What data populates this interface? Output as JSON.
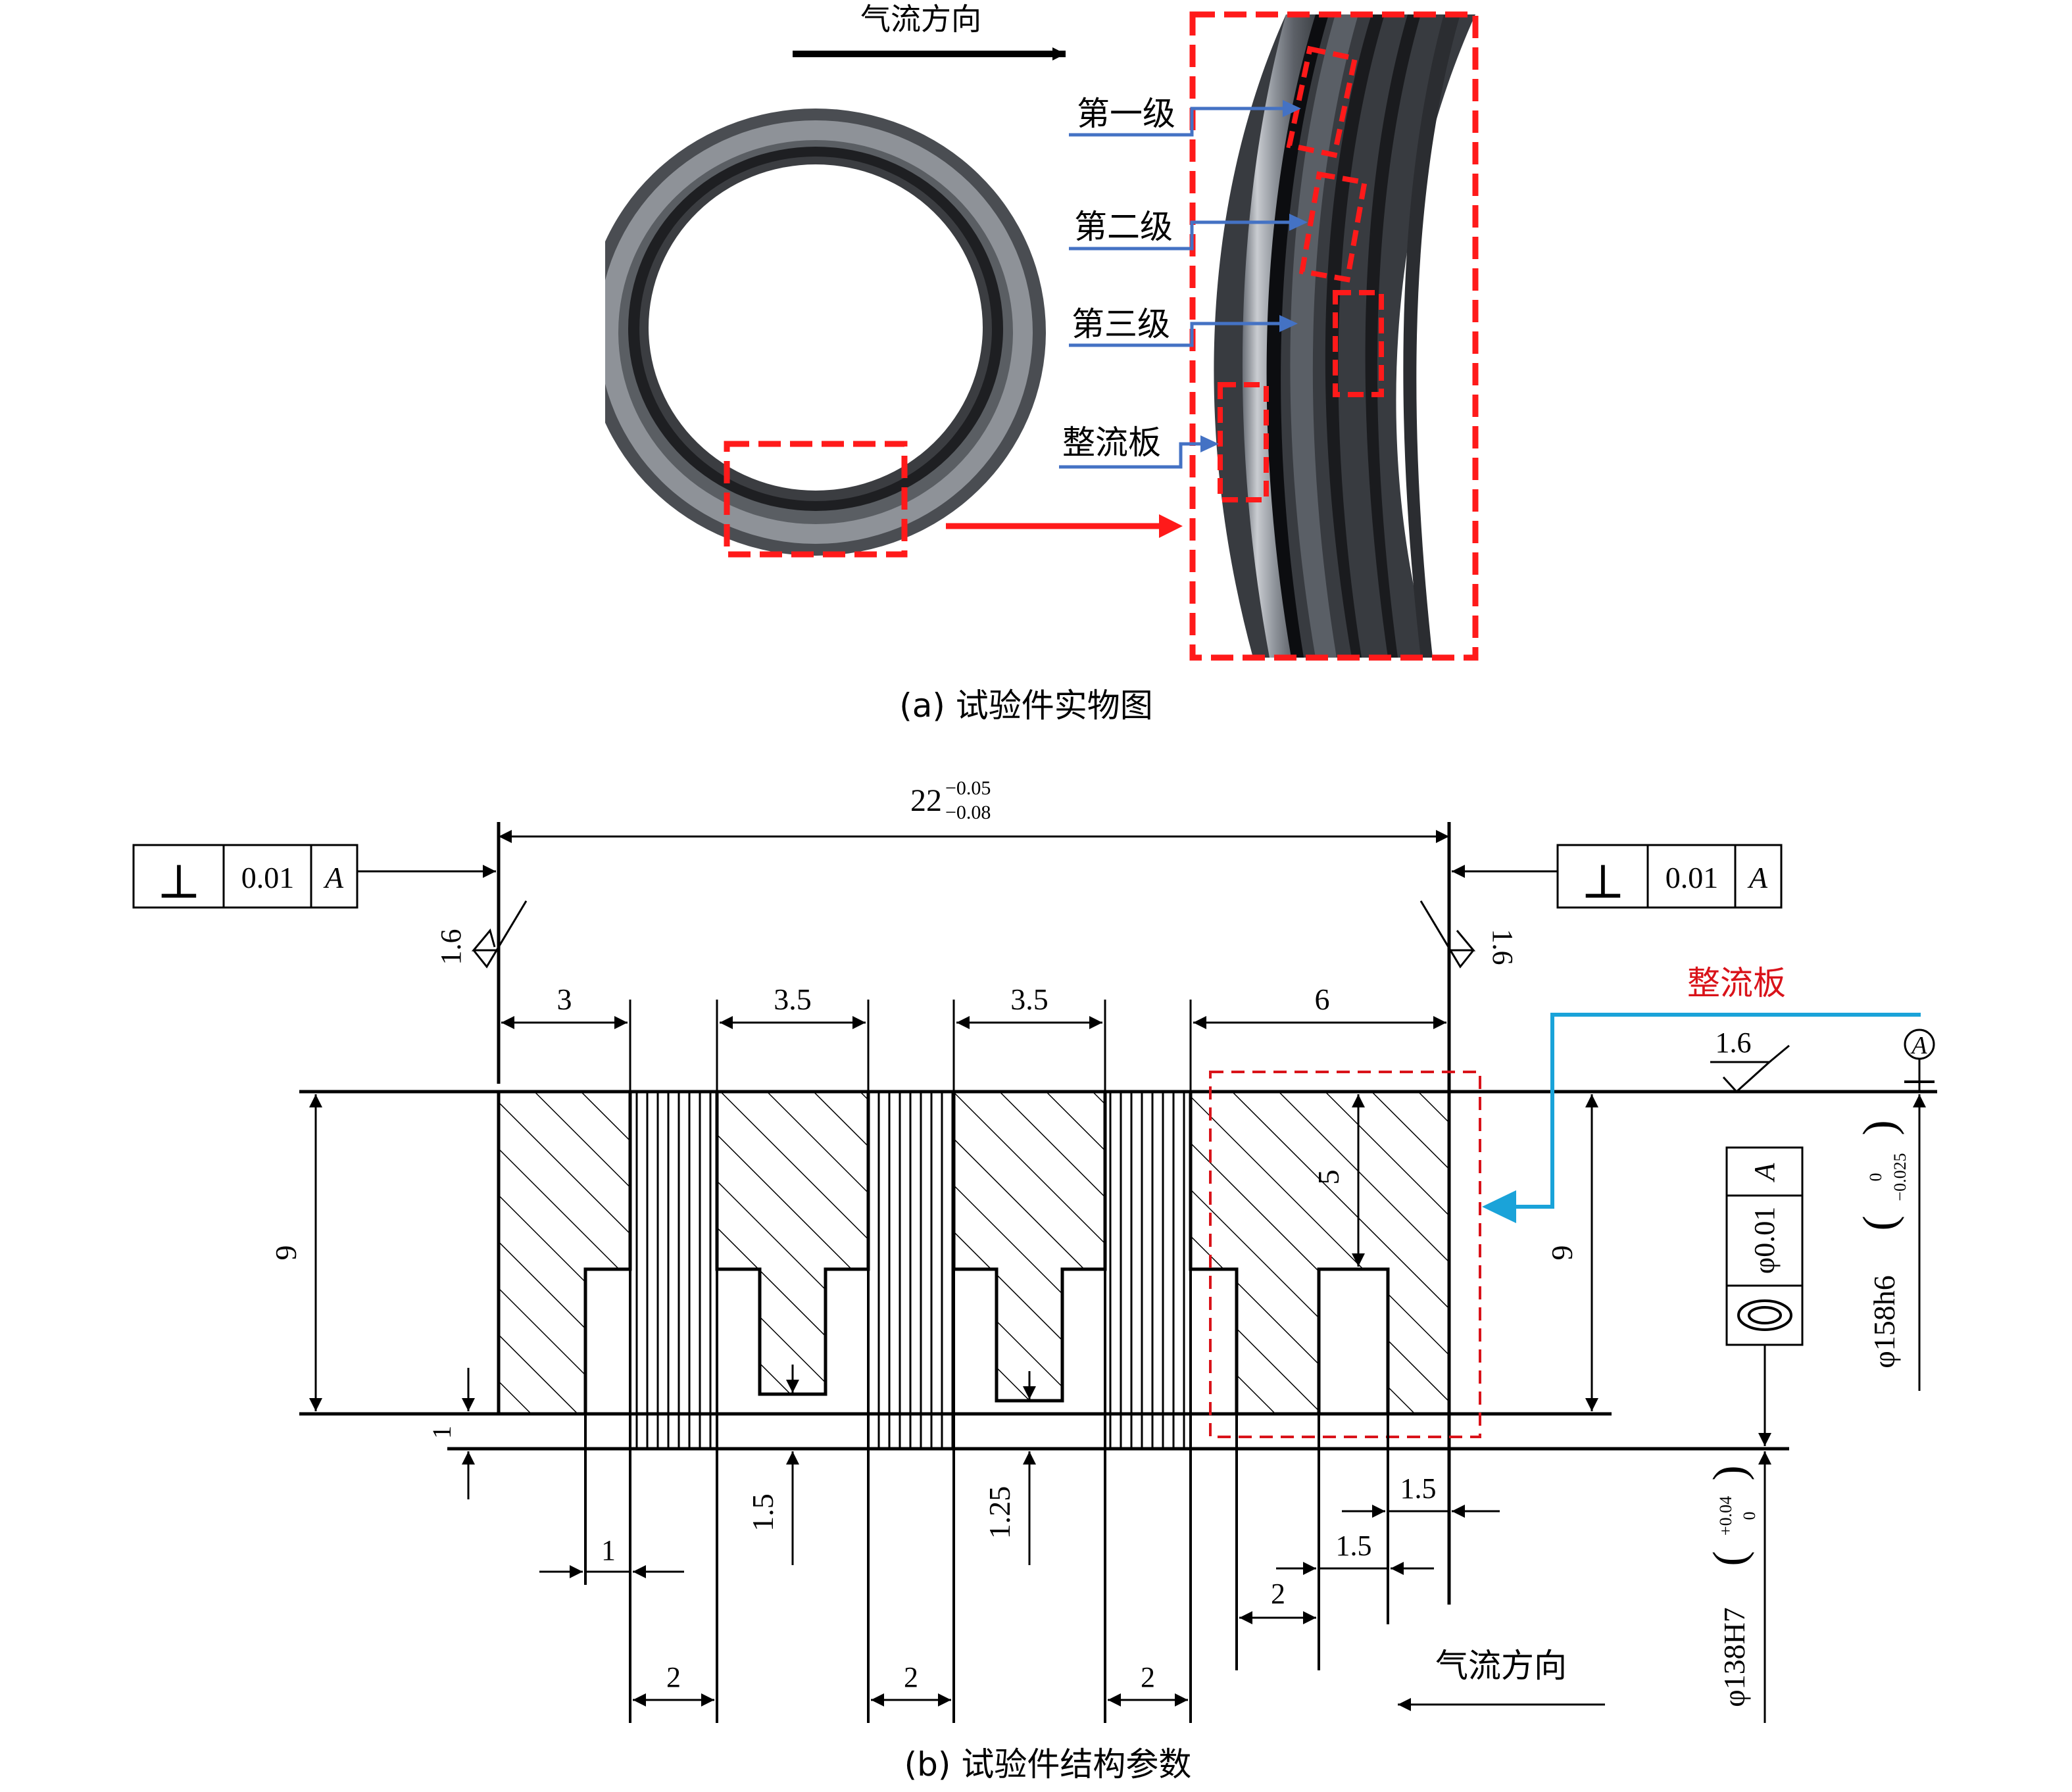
{
  "photo_panel": {
    "airflow_label": "气流方向",
    "stage_labels": [
      "第一级",
      "第二级",
      "第三级",
      "整流板"
    ],
    "caption": "(a) 试验件实物图",
    "colors": {
      "highlight": "#ff1a1a",
      "pointer": "#4472c4"
    }
  },
  "drawing_panel": {
    "overall_length": {
      "base": "22",
      "upper_dev": "−0.05",
      "lower_dev": "−0.08"
    },
    "tolerance_frame": {
      "symbol": "⊥",
      "value": "0.01",
      "datum": "A"
    },
    "roughness": "1.6",
    "straightener_label": "整流板",
    "datum_label": "A",
    "segment_widths": [
      "3",
      "3.5",
      "3.5",
      "6"
    ],
    "heights": {
      "left": "9",
      "right": "9",
      "cavity_depth": "5",
      "step": "1"
    },
    "tooth_tip_depths": [
      "1.5",
      "1.25"
    ],
    "bottom_dims": {
      "tooth_width": "1",
      "gaps": [
        "2",
        "2",
        "2",
        "2"
      ],
      "plate_widths": [
        "1.5",
        "1.5"
      ]
    },
    "concentricity_frame": {
      "value": "φ0.01",
      "datum": "A"
    },
    "outer_diameter": {
      "label": "φ158h6",
      "upper": "0",
      "lower": "−0.025"
    },
    "inner_diameter": {
      "label": "φ138H7",
      "upper": "+0.04",
      "lower": "0"
    },
    "airflow_label": "气流方向",
    "caption": "(b) 试验件结构参数",
    "colors": {
      "leader": "#1aa3d9",
      "label": "#d9131a",
      "box": "#d9131a"
    }
  }
}
